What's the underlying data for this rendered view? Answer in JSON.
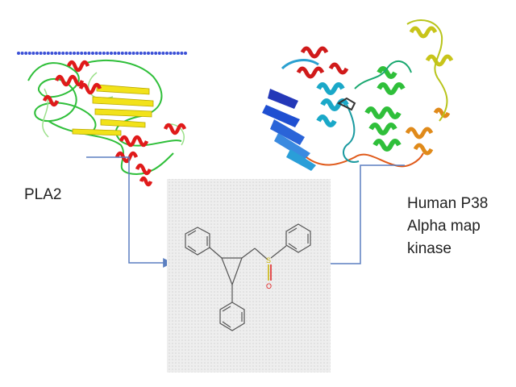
{
  "labels": {
    "pla2": "PLA2",
    "p38": [
      "Human P38",
      "Alpha map",
      "kinase"
    ]
  },
  "ligand": {
    "sulfur": "S",
    "oxygen": "O"
  },
  "colors": {
    "arrow": "#5b7fc0",
    "membrane": "#3a4fd6",
    "helix": "#e01a1a",
    "sheet": "#f2e21a",
    "coil": "#2fbf3a",
    "panel": "#e9e9e9",
    "sulfur": "#c8b400",
    "oxygen": "#e01a1a"
  }
}
